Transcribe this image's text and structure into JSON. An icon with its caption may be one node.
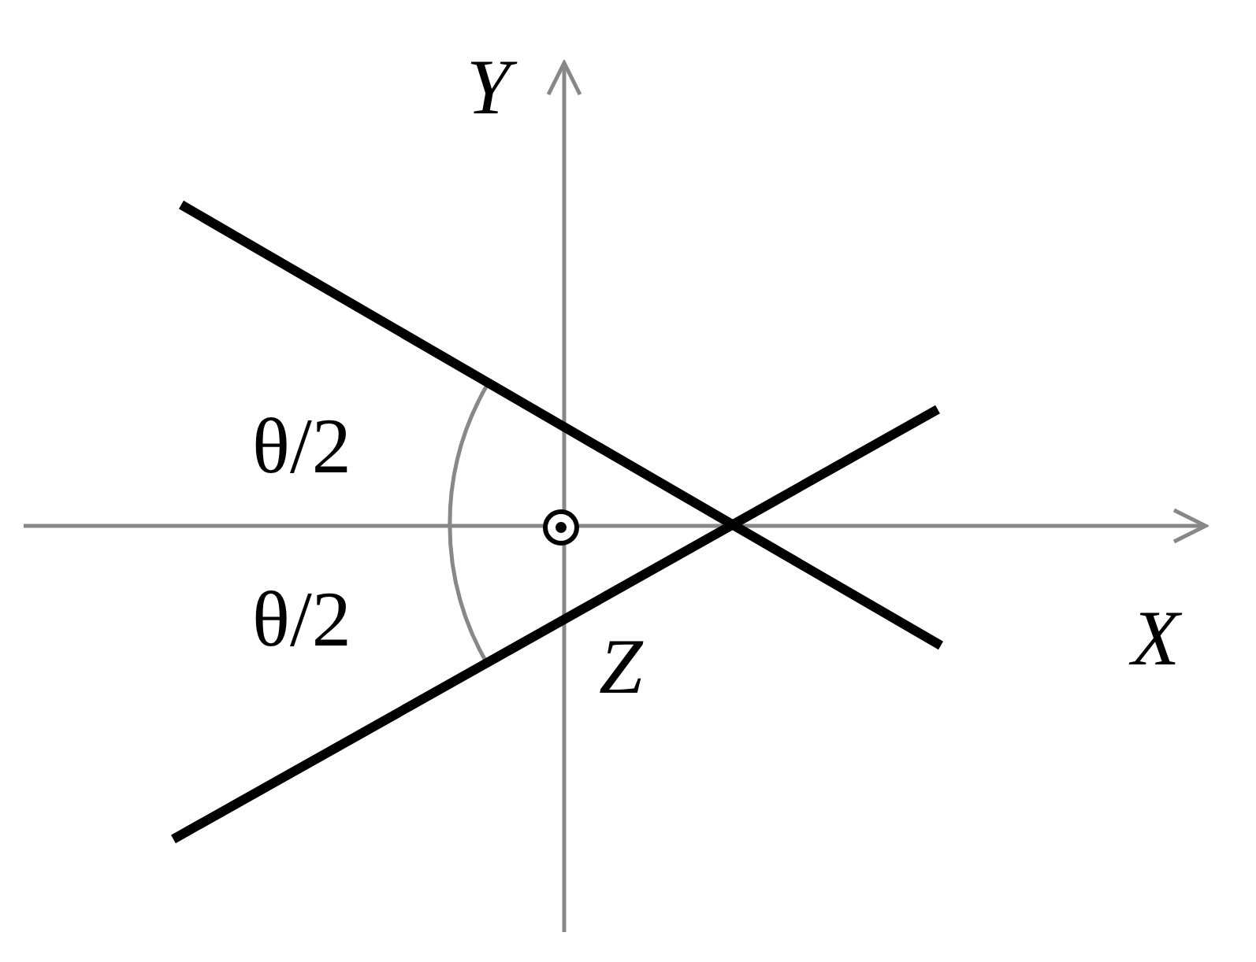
{
  "diagram": {
    "labels": [
      "Y",
      "θ/2",
      "θ/2",
      "X",
      "Z"
    ]
  }
}
